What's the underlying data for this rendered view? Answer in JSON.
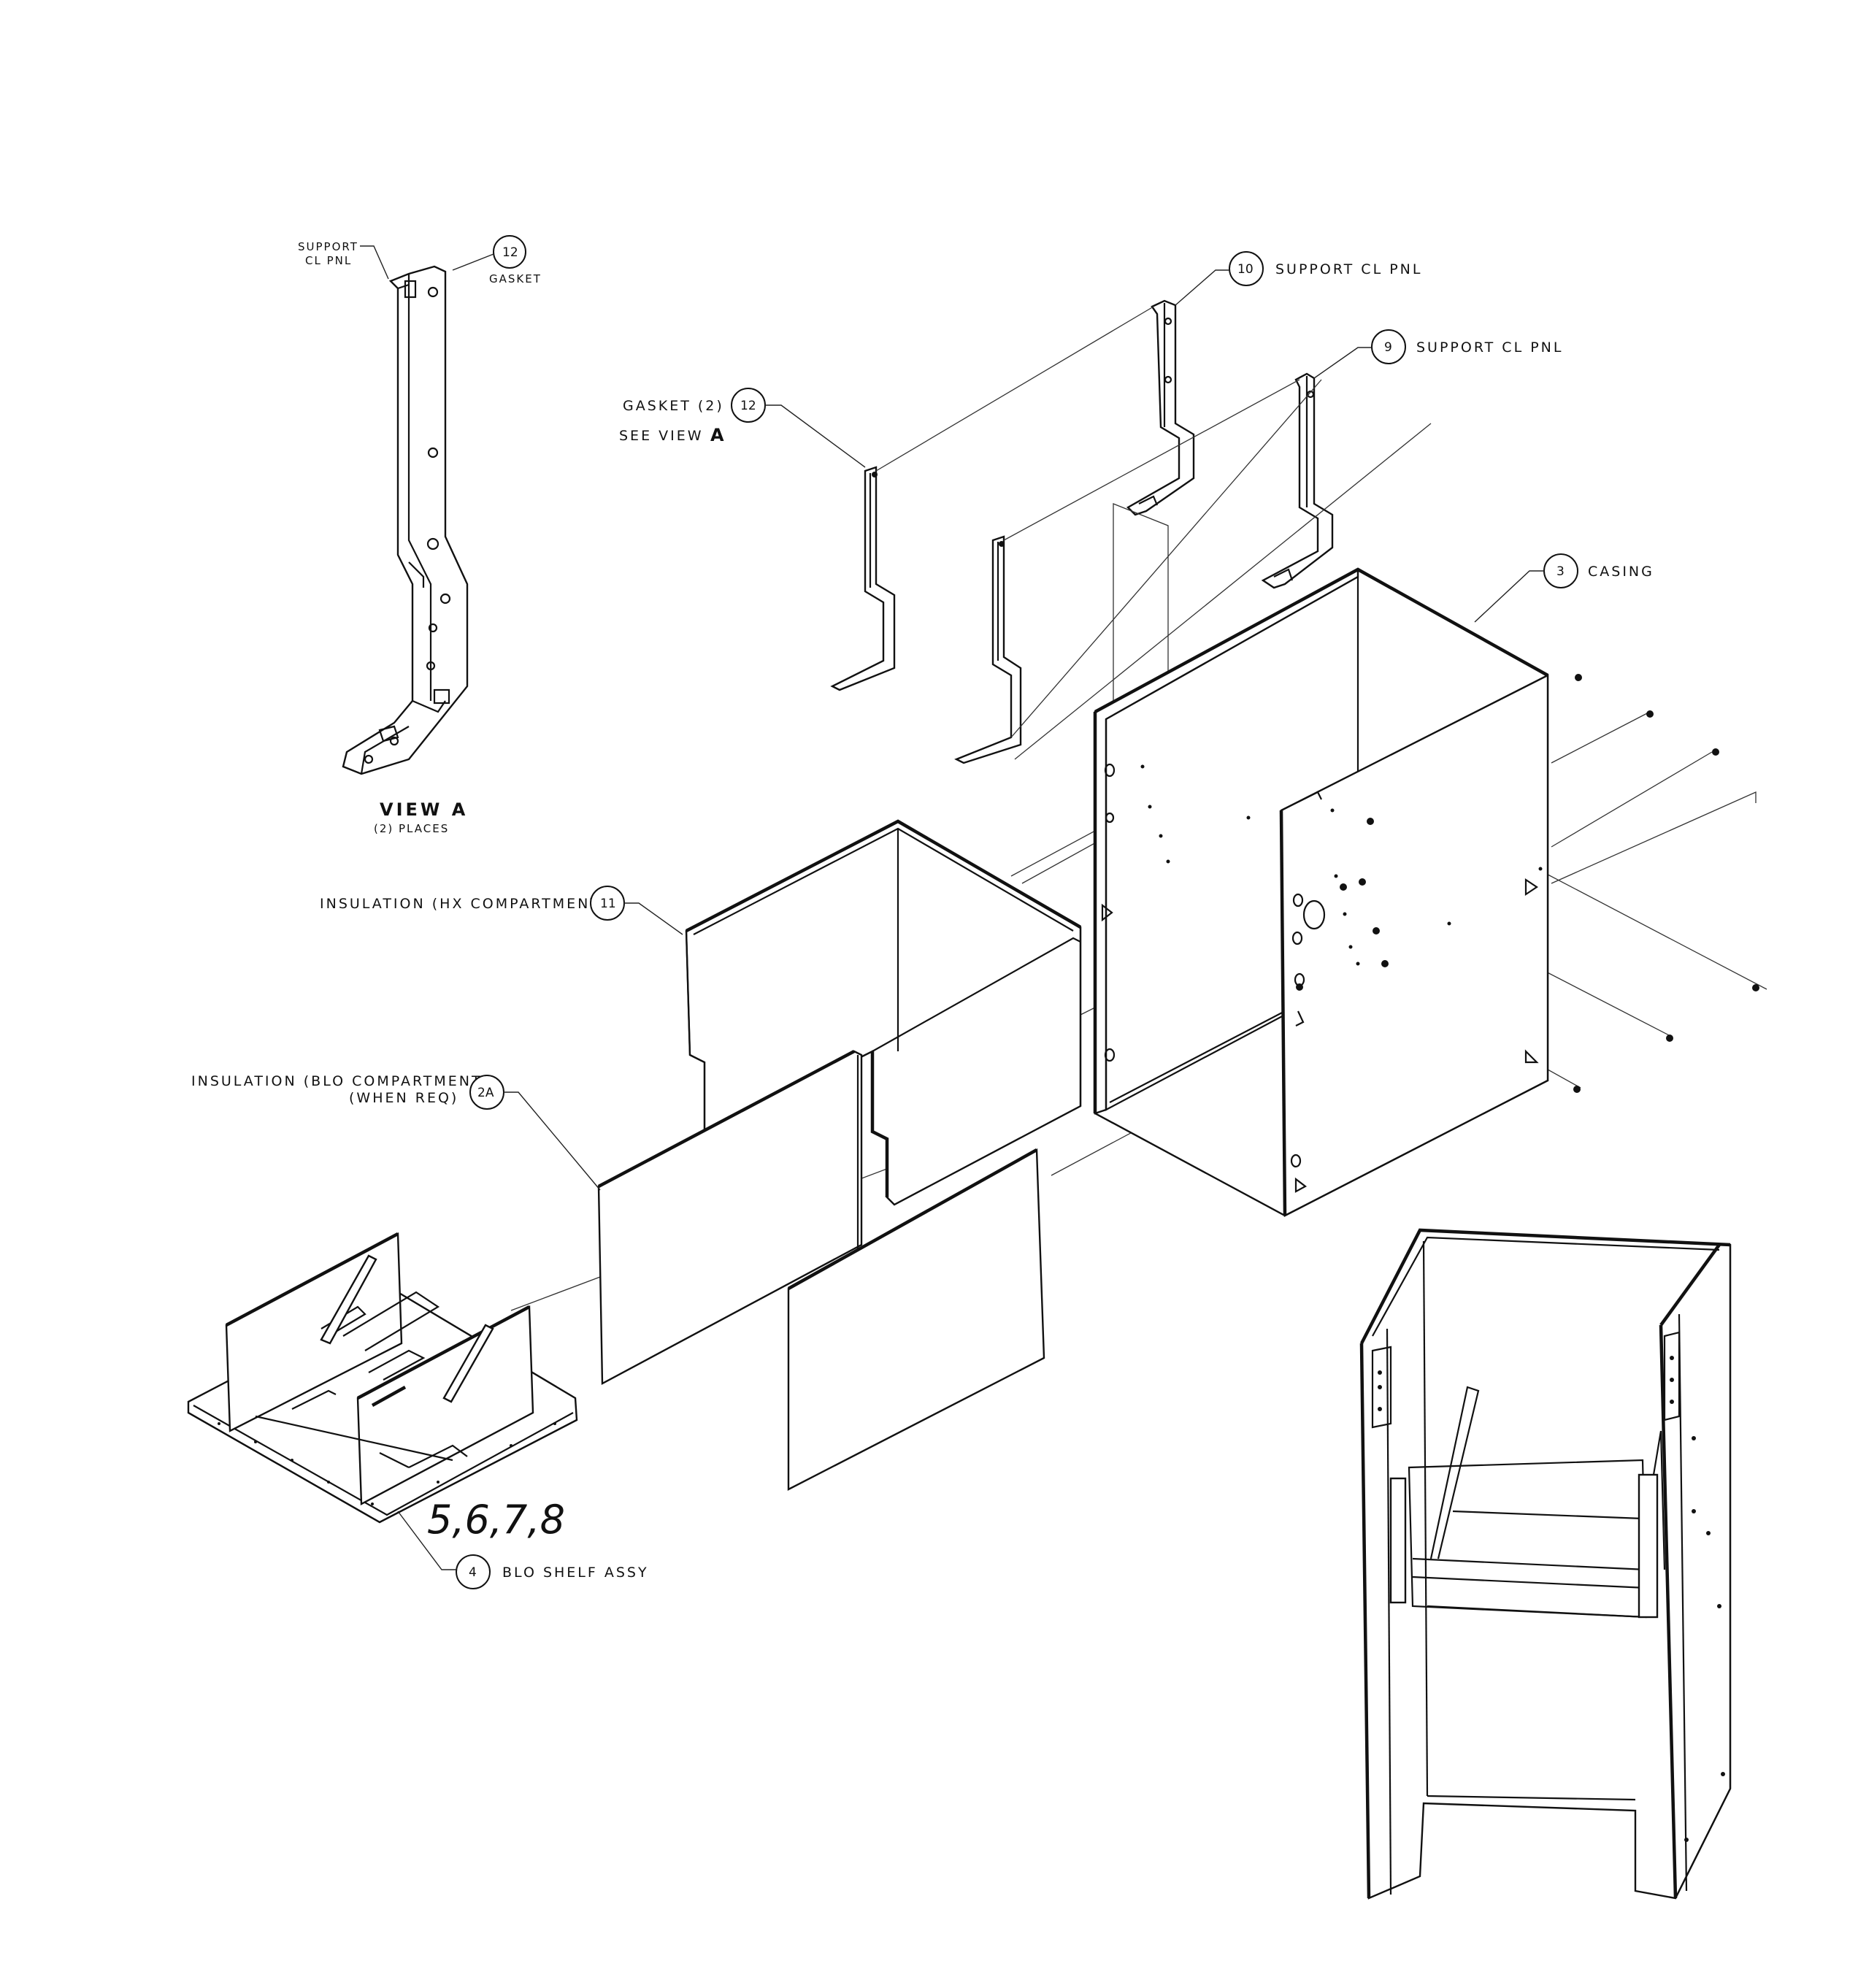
{
  "labels": {
    "viewa_support": "SUPPORT\nCL PNL",
    "viewa_support_line1": "SUPPORT",
    "viewa_support_line2": "CL PNL",
    "viewa_gasket": "GASKET",
    "viewa_callout": "12",
    "view_title": "VIEW A",
    "view_subtitle": "(2) PLACES",
    "gasket_text": "GASKET (2)",
    "gasket_callout": "12",
    "see_view": "SEE VIEW",
    "see_view_letter": "A",
    "support10_callout": "10",
    "support10_text": "SUPPORT CL PNL",
    "support9_callout": "9",
    "support9_text": "SUPPORT CL PNL",
    "casing_callout": "3",
    "casing_text": "CASING",
    "ins_hx_text": "INSULATION (HX COMPARTMENT)",
    "ins_hx_callout": "11",
    "ins_blo_text1": "INSULATION (BLO COMPARTMENT)",
    "ins_blo_text2": "(WHEN REQ)",
    "ins_blo_callout": "2A",
    "handwritten": "5,6,7,8",
    "blo_shelf_callout": "4",
    "blo_shelf_text": "BLO SHELF ASSY"
  }
}
